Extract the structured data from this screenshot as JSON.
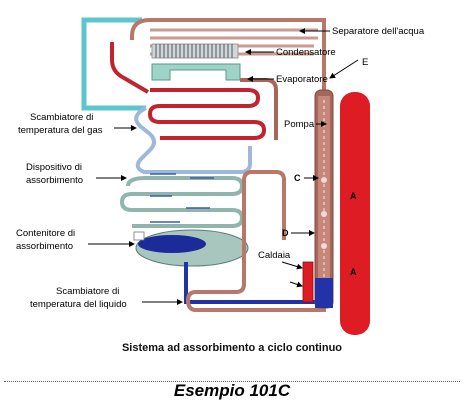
{
  "labels": {
    "separatore": "Separatore dell'acqua",
    "condensatore": "Condensatore",
    "e": "E",
    "evaporatore": "Evaporatore",
    "pompa": "Pompa",
    "scambiatore_gas_1": "Scambiatore di",
    "scambiatore_gas_2": "temperatura del gas",
    "dispositivo_1": "Dispositivo di",
    "dispositivo_2": "assorbimento",
    "c": "C",
    "a_top": "A",
    "d": "D",
    "contenitore_1": "Contenitore di",
    "contenitore_2": "assorbimento",
    "caldaia": "Caldaia",
    "a_bottom": "A",
    "scambiatore_liquido_1": "Scambiatore di",
    "scambiatore_liquido_2": "temperatura del liquido"
  },
  "caption": "Sistema ad assorbimento a ciclo continuo",
  "example_title": "Esempio 101C",
  "colors": {
    "pipe_red": "#c2242f",
    "pipe_brown": "#a8655a",
    "pipe_cyan": "#5cc6c9",
    "pipe_blue": "#2233aa",
    "column_red": "#dd1c24",
    "pipe_lightblue": "#9fb8d8"
  }
}
